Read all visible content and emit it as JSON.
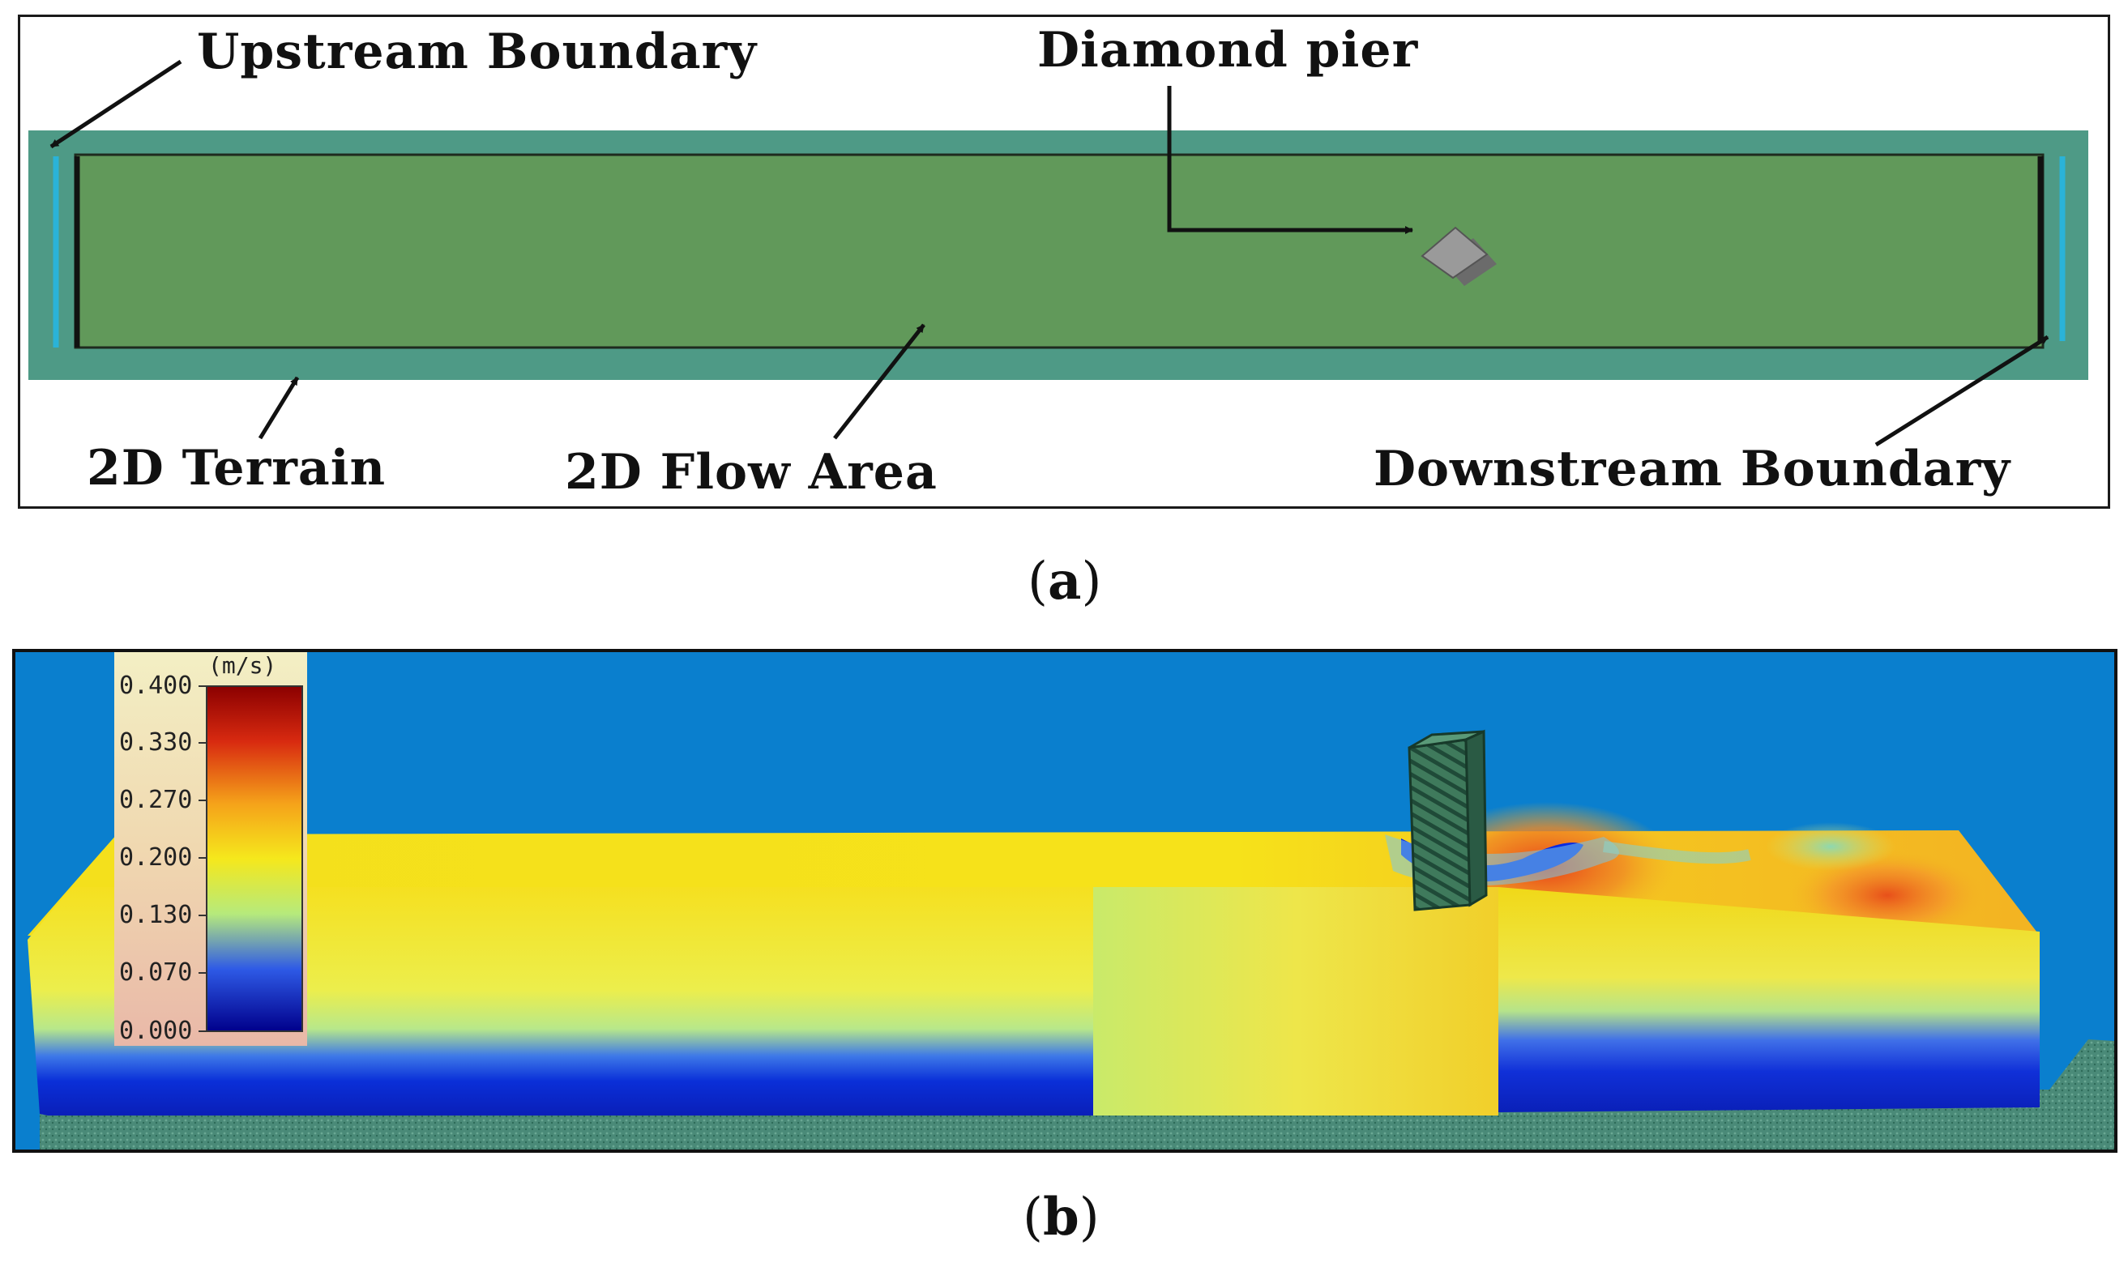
{
  "panel_a": {
    "labels": {
      "upstream": "Upstream Boundary",
      "pier": "Diamond pier",
      "terrain": "2D Terrain",
      "flow_area": "2D Flow Area",
      "downstream": "Downstream Boundary"
    },
    "caption": "(a)",
    "caption_letter": "a",
    "colors": {
      "terrain": "#4e9a86",
      "flow_area": "#61995a",
      "boundary_line": "#2ab3d8",
      "pier": "#8a8a8a"
    }
  },
  "panel_b": {
    "legend": {
      "unit": "(m/s)",
      "ticks": [
        "0.400",
        "0.330",
        "0.270",
        "0.200",
        "0.130",
        "0.070",
        "0.000"
      ],
      "colors": [
        "#8b0000",
        "#e23a10",
        "#f59a1a",
        "#f5e61a",
        "#b6ea7c",
        "#2e5ae6",
        "#00008b"
      ]
    },
    "caption": "(b)",
    "caption_letter": "b",
    "colors": {
      "background": "#0a7fce",
      "ground": "#4a8a78"
    }
  }
}
